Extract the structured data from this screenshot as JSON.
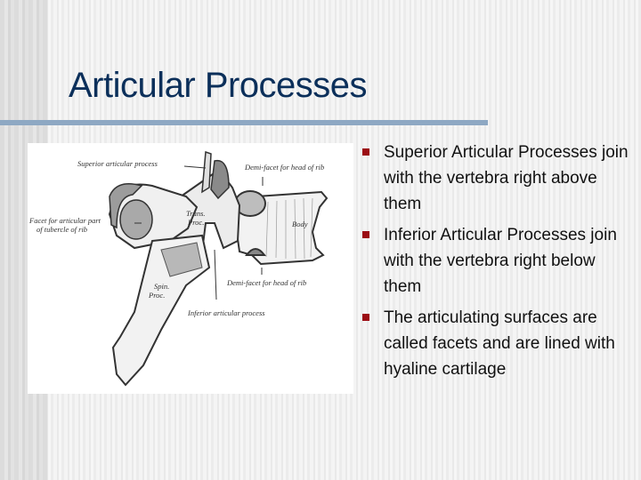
{
  "slide": {
    "title": "Articular Processes",
    "colors": {
      "title": "#0b2f5a",
      "rule": "#8ea8c3",
      "bullet_marker": "#9b0d14",
      "body_text": "#111111"
    }
  },
  "figure": {
    "description": "Lateral view illustration of a thoracic vertebra",
    "labels": {
      "superior_articular_process": "Superior articular process",
      "demi_facet_upper": "Demi-facet for head of rib",
      "facet_tubercle_line1": "Facet for articular part",
      "facet_tubercle_line2": "of tubercle of rib",
      "trans_proc_line1": "Trans.",
      "trans_proc_line2": "Proc.",
      "body": "Body",
      "spin_proc_line1": "Spin.",
      "spin_proc_line2": "Proc.",
      "demi_facet_lower": "Demi-facet for head of rib",
      "inferior_articular_process": "Inferior articular process"
    }
  },
  "bullets": [
    {
      "text": "Superior Articular Processes join with the vertebra right above them"
    },
    {
      "text": "Inferior Articular Processes join with the vertebra right below them"
    },
    {
      "text": "The articulating surfaces are called facets and are lined with hyaline cartilage"
    }
  ]
}
